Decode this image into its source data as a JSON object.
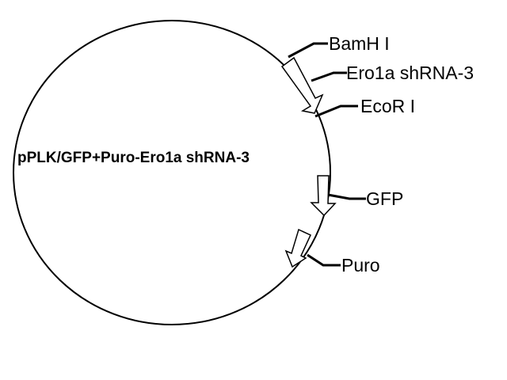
{
  "plasmid": {
    "name": "pPLK/GFP+Puro-Ero1a shRNA-3"
  },
  "features": {
    "bamh1": "BamH I",
    "ero1a_shrna": "Ero1a shRNA-3",
    "ecor1": "EcoR I",
    "gfp": "GFP",
    "puro": "Puro"
  },
  "colors": {
    "line": "#000000",
    "background": "#ffffff",
    "arrow_fill": "#ffffff"
  }
}
